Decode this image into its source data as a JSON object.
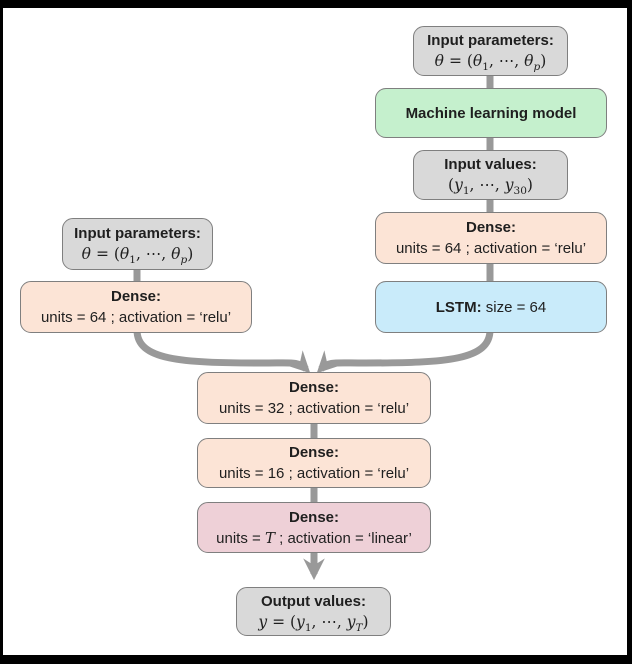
{
  "colors": {
    "frame": "#000000",
    "background": "#ffffff",
    "connector": "#999999",
    "box_border": "#7f7f7f",
    "gray_fill": "#d9d9d9",
    "green_fill": "#c5f0cd",
    "peach_fill": "#fce4d6",
    "blue_fill": "#c9ebfa",
    "pink_fill": "#eed0d7",
    "text": "#1f1f1f"
  },
  "boxes": {
    "input_params_top": {
      "title": "Input parameters:",
      "math": [
        {
          "t": "θ",
          "serif": true,
          "italic": true
        },
        {
          "t": " = (",
          "serif": true
        },
        {
          "t": "θ",
          "serif": true,
          "italic": true
        },
        {
          "t": "1",
          "serif": true,
          "sub": true
        },
        {
          "t": ", ⋯, ",
          "serif": true
        },
        {
          "t": "θ",
          "serif": true,
          "italic": true
        },
        {
          "t": "p",
          "serif": true,
          "italic": true,
          "sub": true
        },
        {
          "t": ")",
          "serif": true
        }
      ]
    },
    "ml_model": {
      "label": "Machine learning model"
    },
    "input_values": {
      "title": "Input values:",
      "math": [
        {
          "t": "(",
          "serif": true
        },
        {
          "t": "y",
          "serif": true,
          "italic": true
        },
        {
          "t": "1",
          "serif": true,
          "sub": true
        },
        {
          "t": ", ⋯, ",
          "serif": true
        },
        {
          "t": "y",
          "serif": true,
          "italic": true
        },
        {
          "t": "30",
          "serif": true,
          "sub": true
        },
        {
          "t": ")",
          "serif": true
        }
      ]
    },
    "dense_seq": {
      "title": "Dense:",
      "detail": [
        {
          "t": "units = 64 ; activation = ‘relu’"
        }
      ]
    },
    "lstm": {
      "line": [
        {
          "t": "LSTM:",
          "bold": true
        },
        {
          "t": " size = 64"
        }
      ]
    },
    "input_params_left": {
      "title": "Input parameters:",
      "math": [
        {
          "t": "θ",
          "serif": true,
          "italic": true
        },
        {
          "t": " = (",
          "serif": true
        },
        {
          "t": "θ",
          "serif": true,
          "italic": true
        },
        {
          "t": "1",
          "serif": true,
          "sub": true
        },
        {
          "t": ", ⋯, ",
          "serif": true
        },
        {
          "t": "θ",
          "serif": true,
          "italic": true
        },
        {
          "t": "p",
          "serif": true,
          "italic": true,
          "sub": true
        },
        {
          "t": ")",
          "serif": true
        }
      ]
    },
    "dense_params": {
      "title": "Dense:",
      "detail": [
        {
          "t": "units = 64 ; activation = ‘relu’"
        }
      ]
    },
    "dense_merge_1": {
      "title": "Dense:",
      "detail": [
        {
          "t": "units = 32 ; activation = ‘relu’"
        }
      ]
    },
    "dense_merge_2": {
      "title": "Dense:",
      "detail": [
        {
          "t": "units = 16 ; activation = ‘relu’"
        }
      ]
    },
    "dense_linear": {
      "title": "Dense:",
      "detail": [
        {
          "t": "units = "
        },
        {
          "t": "T",
          "serif": true,
          "italic": true
        },
        {
          "t": " ; activation = ‘linear’"
        }
      ]
    },
    "output_values": {
      "title": "Output values:",
      "math": [
        {
          "t": "y",
          "serif": true,
          "italic": true
        },
        {
          "t": " = (",
          "serif": true
        },
        {
          "t": "y",
          "serif": true,
          "italic": true
        },
        {
          "t": "1",
          "serif": true,
          "sub": true
        },
        {
          "t": ", ⋯, ",
          "serif": true
        },
        {
          "t": "y",
          "serif": true,
          "italic": true
        },
        {
          "t": "T",
          "serif": true,
          "italic": true,
          "sub": true
        },
        {
          "t": ")",
          "serif": true
        }
      ]
    }
  }
}
